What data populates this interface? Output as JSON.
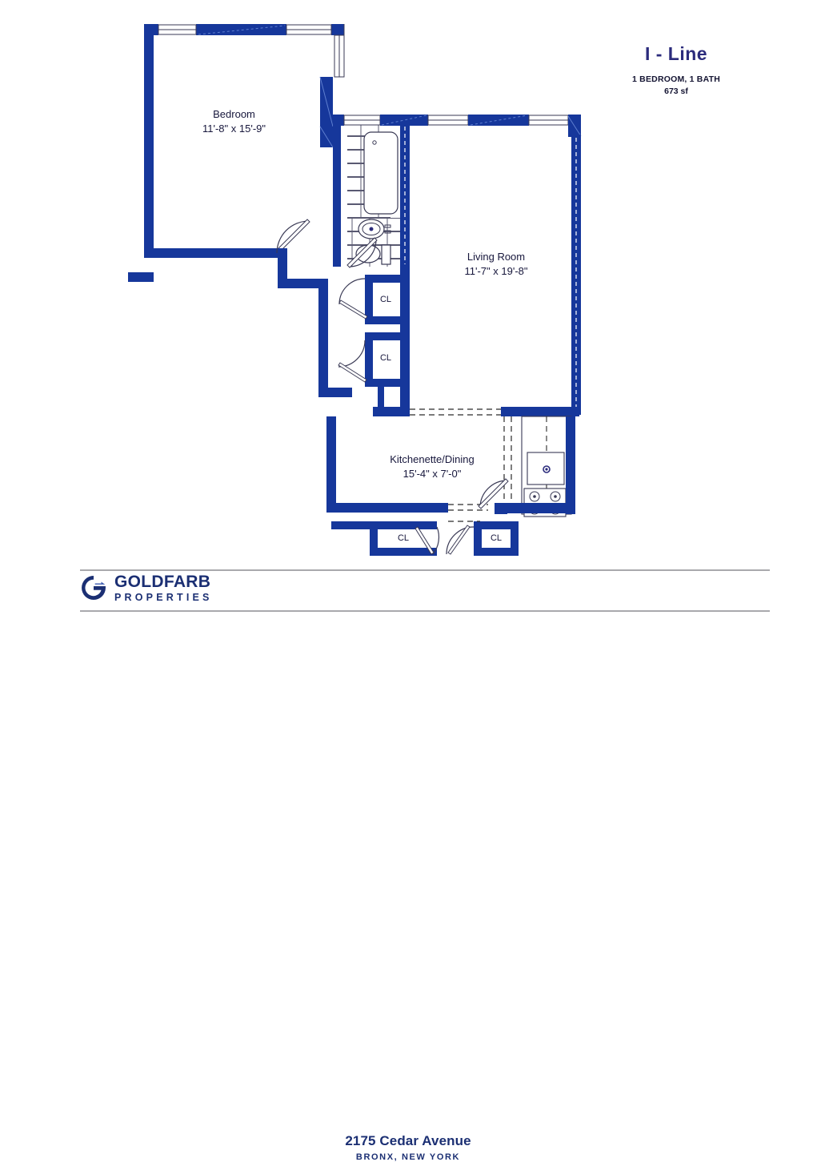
{
  "header": {
    "unit_line": "I - Line",
    "beds_baths": "1 BEDROOM, 1 BATH",
    "square_feet": "673 sf"
  },
  "rooms": [
    {
      "name": "Bedroom",
      "dimensions": "11'-8\" x 15'-9\""
    },
    {
      "name": "Living Room",
      "dimensions": "11'-7\" x 19'-8\""
    },
    {
      "name": "Kitchenette/Dining",
      "dimensions": "15'-4\" x 7'-0\""
    }
  ],
  "closets": [
    {
      "label": "CL"
    },
    {
      "label": "CL"
    },
    {
      "label": "CL"
    },
    {
      "label": "CL"
    }
  ],
  "fixtures": [
    {
      "name": "bathtub"
    },
    {
      "name": "sink"
    },
    {
      "name": "toilet"
    },
    {
      "name": "kitchen-sink"
    },
    {
      "name": "stove"
    }
  ],
  "footer": {
    "brand_name": "GOLDFARB",
    "brand_sub": "PROPERTIES",
    "address_line1": "2175 Cedar Avenue",
    "address_line2": "BRONX, NEW YORK"
  },
  "colors": {
    "wall_blue": "#16379b",
    "wall_blue_dark": "#0f2878",
    "text_navy": "#2b2b7c",
    "brand_blue": "#1b2f73",
    "rule_gray": "#a9a9ad",
    "thin_line": "#3a3a55"
  }
}
